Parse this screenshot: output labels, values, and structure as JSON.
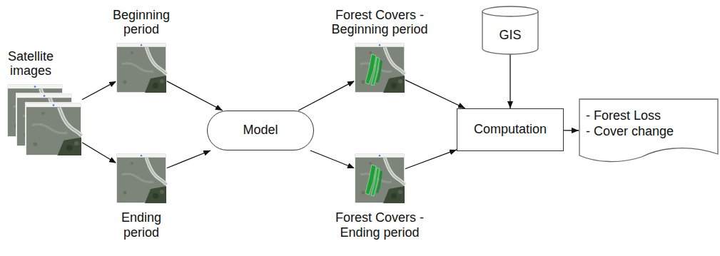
{
  "diagram": {
    "nodes": [
      {
        "text": [
          "Satellite images"
        ]
      },
      {
        "text": [
          "Beginning period"
        ]
      },
      {
        "text": [
          "Ending period"
        ]
      },
      {
        "text": [
          "Model"
        ]
      },
      {
        "text": [
          "Forest Covers - Beginning period"
        ]
      },
      {
        "text": [
          "Forest Covers - Ending period"
        ]
      },
      {
        "text": [
          "GIS"
        ]
      },
      {
        "text": [
          "Computation"
        ]
      },
      {
        "text": [
          "- Forest Loss",
          "- Cover change"
        ]
      }
    ],
    "edges": [
      {
        "from": 0,
        "to": 1,
        "arrow": "to"
      },
      {
        "from": 0,
        "to": 2,
        "arrow": "to"
      },
      {
        "from": 1,
        "to": 3,
        "arrow": "to"
      },
      {
        "from": 2,
        "to": 3,
        "arrow": "to"
      },
      {
        "from": 3,
        "to": 4,
        "arrow": "to"
      },
      {
        "from": 3,
        "to": 5,
        "arrow": "to"
      },
      {
        "from": 4,
        "to": 7,
        "arrow": "to"
      },
      {
        "from": 5,
        "to": 7,
        "arrow": "to"
      },
      {
        "from": 6,
        "to": 7,
        "arrow": "to"
      },
      {
        "from": 7,
        "to": 8,
        "arrow": "to"
      }
    ]
  }
}
